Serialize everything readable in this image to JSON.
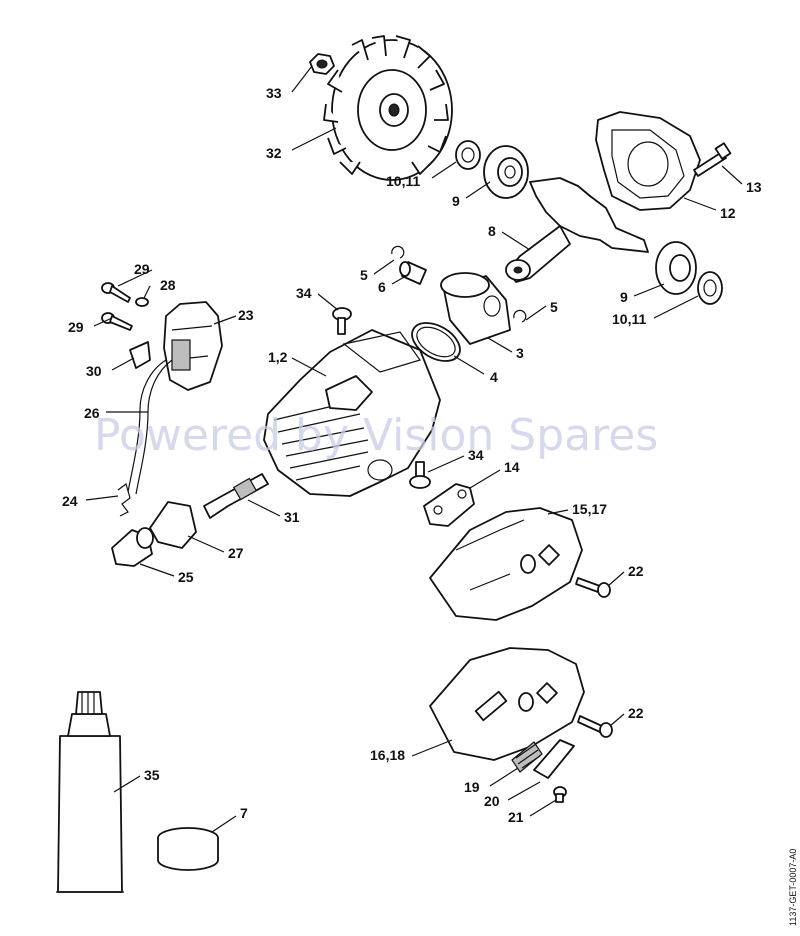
{
  "watermark": "Powered by Vision Spares",
  "document_code": "1137-GET-0007-A0",
  "callouts": {
    "c33": "33",
    "c32": "32",
    "c10_11a": "10,11",
    "c9a": "9",
    "c13": "13",
    "c12": "12",
    "c8": "8",
    "c5a": "5",
    "c6": "6",
    "c29a": "29",
    "c28": "28",
    "c34a": "34",
    "c5b": "5",
    "c9b": "9",
    "c10_11b": "10,11",
    "c29b": "29",
    "c23": "23",
    "c1_2": "1,2",
    "c3": "3",
    "c30": "30",
    "c4": "4",
    "c26": "26",
    "c34b": "34",
    "c14": "14",
    "c24": "24",
    "c31": "31",
    "c15_17": "15,17",
    "c27": "27",
    "c22a": "22",
    "c25": "25",
    "c22b": "22",
    "c16_18": "16,18",
    "c35": "35",
    "c19": "19",
    "c20": "20",
    "c7": "7",
    "c21": "21"
  }
}
